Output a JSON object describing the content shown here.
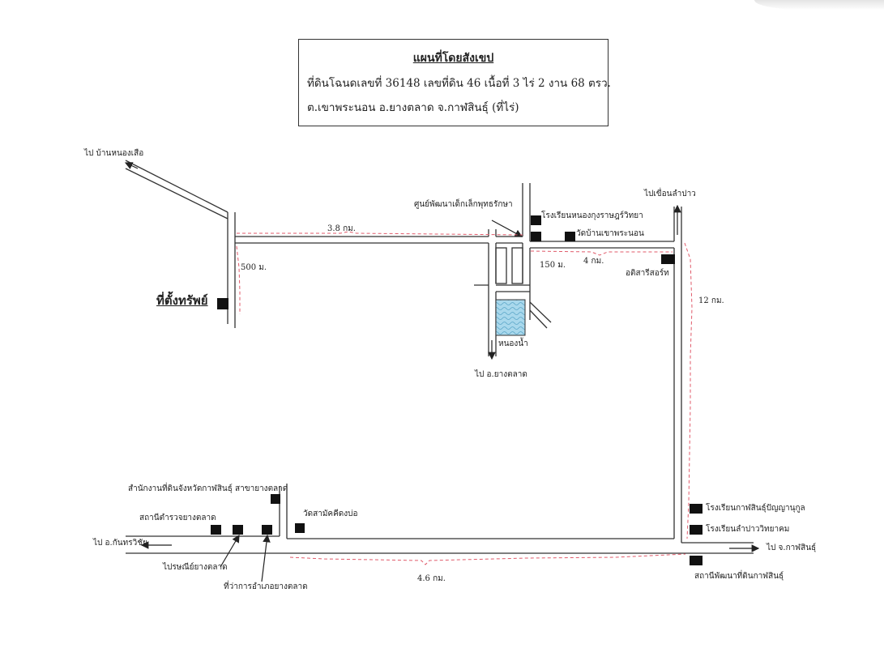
{
  "corner": "scan-page-curl",
  "title_box": {
    "heading": "แผนที่โดยสังเขป",
    "line1": "ที่ดินโฉนดเลขที่ 36148 เลขที่ดิน 46 เนื้อที่ 3 ไร่ 2 งาน 68 ตรว.",
    "line2": "ต.เขาพระนอน อ.ยางตลาด จ.กาฬสินธุ์ (ที่ไร่)"
  },
  "colors": {
    "road": "#333333",
    "route_dashed": "#e05a6a",
    "marker": "#111111",
    "pond_fill": "#a9d8ec",
    "pond_wave": "#5aa6c8"
  },
  "labels": {
    "to_ban_nong_suea": "ไป บ้านหนองเสือ",
    "property_location": "ที่ตั้งทรัพย์",
    "dist_500m": "500 ม.",
    "dist_3_8km": "3.8 กม.",
    "child_center": "ศูนย์พัฒนาเด็กเล็กพุทธรักษา",
    "school_nong_kung": "โรงเรียนหนองกุงราษฎร์วิทยา",
    "wat_ban_khao_phra_non": "วัดบ้านเขาพระนอน",
    "to_lam_pao_dam": "ไปเขื่อนลำปาว",
    "dist_150m": "150 ม.",
    "dist_4km": "4 กม.",
    "atisari_resort": "อติสารีสอร์ท",
    "dist_12km": "12 กม.",
    "pond": "หนองน้ำ",
    "to_yang_talat": "ไป อ.ยางตลาด",
    "land_office": "สำนักงานที่ดินจังหวัดกาฬสินธุ์ สาขายางตลาด",
    "police_station": "สถานีตำรวจยางตลาด",
    "wat_samakkhi": "วัดสามัคคีดงบ่อ",
    "to_kamalasai": "ไป อ.กันทรวิชัย",
    "post_office": "ไปรษณีย์ยางตลาด",
    "district_office": "ที่ว่าการอำเภอยางตลาด",
    "dist_4_6km": "4.6 กม.",
    "school_kalasin_panya": "โรงเรียนกาฬสินธุ์ปัญญานุกูล",
    "school_lam_pao": "โรงเรียนลำปาววิทยาคม",
    "to_kalasin": "ไป จ.กาฬสินธุ์",
    "land_dev_station": "สถานีพัฒนาที่ดินกาฬสินธุ์"
  }
}
